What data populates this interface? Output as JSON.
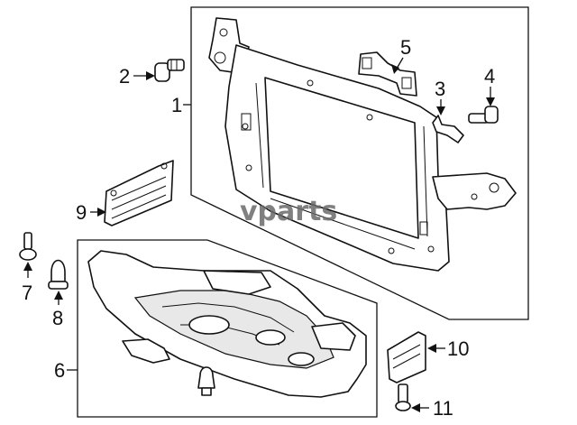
{
  "watermark": "vparts",
  "callouts": [
    {
      "id": "1",
      "label": "1"
    },
    {
      "id": "2",
      "label": "2"
    },
    {
      "id": "3",
      "label": "3"
    },
    {
      "id": "4",
      "label": "4"
    },
    {
      "id": "5",
      "label": "5"
    },
    {
      "id": "6",
      "label": "6"
    },
    {
      "id": "7",
      "label": "7"
    },
    {
      "id": "8",
      "label": "8"
    },
    {
      "id": "9",
      "label": "9"
    },
    {
      "id": "10",
      "label": "10"
    },
    {
      "id": "11",
      "label": "11"
    }
  ]
}
